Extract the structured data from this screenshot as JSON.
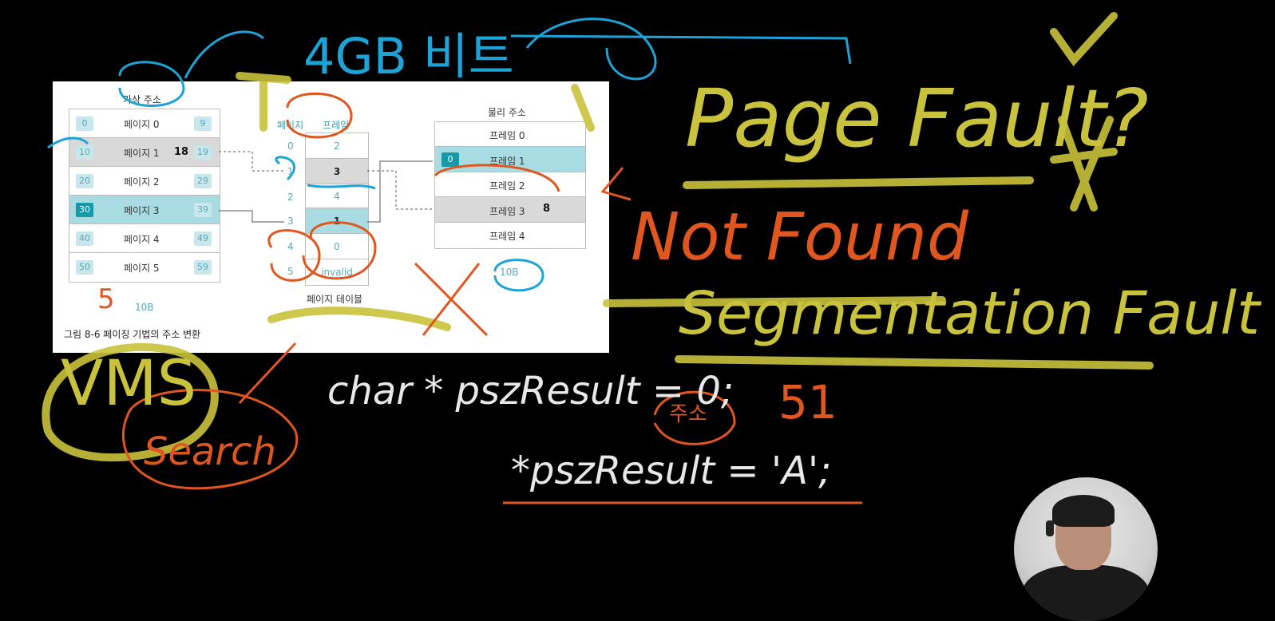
{
  "figure": {
    "virtual_header": "가상 주소",
    "page_col_header": "페이지",
    "frame_col_header": "프레임",
    "physical_header": "물리 주소",
    "virtual_pages": [
      {
        "start": "0",
        "label": "페이지 0",
        "end": "9"
      },
      {
        "start": "10",
        "label": "페이지 1",
        "end": "19"
      },
      {
        "start": "20",
        "label": "페이지 2",
        "end": "29"
      },
      {
        "start": "30",
        "label": "페이지 3",
        "end": "39"
      },
      {
        "start": "40",
        "label": "페이지 4",
        "end": "49"
      },
      {
        "start": "50",
        "label": "페이지 5",
        "end": "59"
      }
    ],
    "page_index": [
      "0",
      "1",
      "2",
      "3",
      "4",
      "5"
    ],
    "page_table": [
      "2",
      "3",
      "4",
      "1",
      "0",
      "invalid"
    ],
    "page_table_label": "페이지 테이블",
    "frames": [
      "프레임 0",
      "프레임 1",
      "프레임 2",
      "프레임 3",
      "프레임 4"
    ],
    "frame_badge": "0",
    "virtual_size": "10B",
    "physical_size": "10B",
    "caption": "그림 8-6 페이징 기법의 주소 변환"
  },
  "annotations": {
    "top_note": "4GB 비트",
    "page_fault": "Page Fault?",
    "not_found": "Not Found",
    "segmentation": "Segmentation Fault",
    "code_line1": "char * pszResult = 0;",
    "code_line2": "*pszResult = 'A';",
    "vms": "VMS",
    "search": "Search",
    "num_18": "18",
    "num_8": "8",
    "num_5": "5",
    "num_51": "51",
    "korean_note": "주소"
  },
  "colors": {
    "yellow_ink": "#c9c23c",
    "orange_ink": "#e0561f",
    "cyan_ink": "#1ea3d6",
    "white_ink": "#e8e8e8",
    "teal_row": "#a9dbe2",
    "teal_badge": "#159aa8"
  }
}
